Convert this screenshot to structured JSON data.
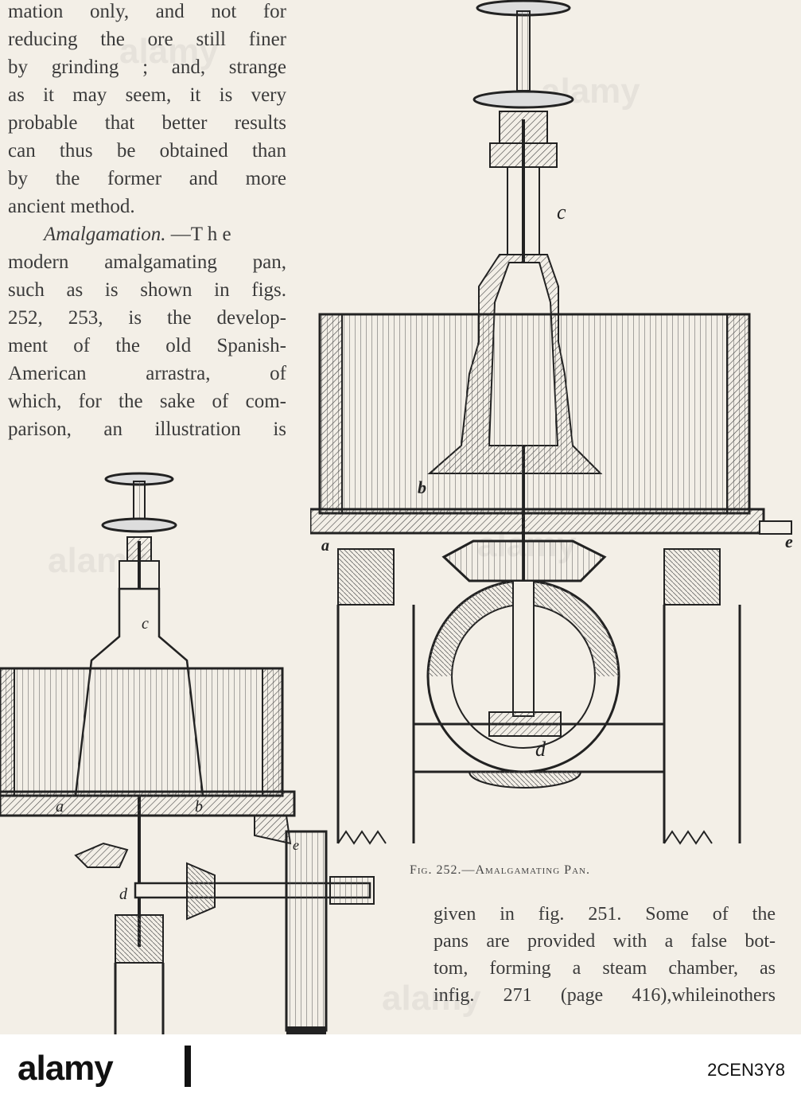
{
  "left_column_lines": [
    "mation only, and not for",
    "reducing the ore still finer",
    "by grinding ; and, strange",
    "as it may seem, it is very",
    "probable that better results",
    "can thus be obtained than",
    "by the former and more",
    "ancient method.",
    "Amalgamation.",
    " —T h e",
    "modern amalgamating pan,",
    "such as is shown in figs.",
    "252, 253, is the develop-",
    "ment of the old Spanish-",
    "American arrastra, of",
    "which, for the sake of com-",
    "parison, an illustration is"
  ],
  "right_column_lines": [
    "given in fig. 251. Some of the",
    "pans are provided with a false bot-",
    "tom, forming a steam chamber, as",
    "infig. 271 (page 416),whileinothers"
  ],
  "caption": "Fig. 252.—Amalgamating Pan.",
  "figure_labels": {
    "big_c": "c",
    "big_b": "b",
    "big_a": "a",
    "big_e": "e",
    "big_d": "d",
    "small_c": "c",
    "small_a": "a",
    "small_b": "b",
    "small_e": "e",
    "small_d": "d"
  },
  "footer": {
    "logo": "alamy",
    "stock_id": "2CEN3Y8"
  },
  "watermark": "alamy",
  "colors": {
    "paper": "#f3efe7",
    "ink": "#3b3b3b",
    "footer_bg": "#ffffff"
  }
}
